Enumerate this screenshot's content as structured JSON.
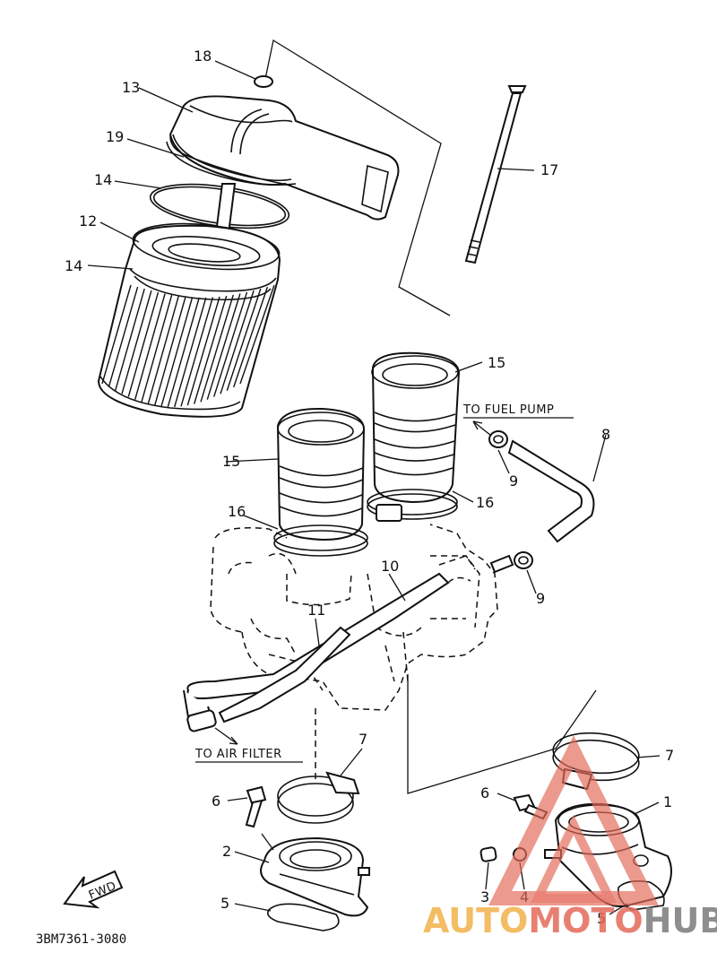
{
  "labels": {
    "p18": "18",
    "p13": "13",
    "p19": "19",
    "p14a": "14",
    "p12": "12",
    "p14b": "14",
    "p17": "17",
    "p15a": "15",
    "p15b": "15",
    "p8": "8",
    "p9a": "9",
    "p16a": "16",
    "p16b": "16",
    "p10": "10",
    "p9b": "9",
    "p11": "11",
    "p7a": "7",
    "p7b": "7",
    "p1": "1",
    "p6a": "6",
    "p6b": "6",
    "p2": "2",
    "p3": "3",
    "p4": "4",
    "p5a": "5",
    "p5b": "5"
  },
  "notes": {
    "fuel_pump": "TO FUEL PUMP",
    "air_filter": "TO AIR FILTER",
    "fwd": "FWD"
  },
  "diagram_code": "3BM7361-3080",
  "watermark": {
    "auto": "AUTO",
    "moto": "MOTO",
    "hub": "HUB",
    "colors": {
      "auto": "#f2b24a",
      "moto": "#e46a5a",
      "hub": "#7b7b7b"
    }
  }
}
